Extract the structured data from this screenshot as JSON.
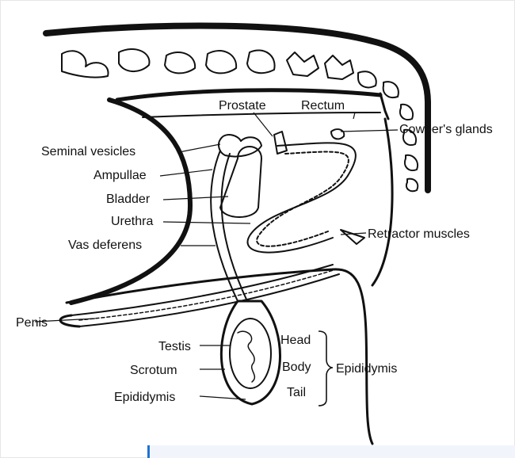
{
  "labels": {
    "prostate": "Prostate",
    "rectum": "Rectum",
    "cowpers_glands": "Cowper's glands",
    "seminal_vesicles": "Seminal vesicles",
    "ampullae": "Ampullae",
    "bladder": "Bladder",
    "urethra": "Urethra",
    "vas_deferens": "Vas deferens",
    "retractor_muscles": "Retractor muscles",
    "penis": "Penis",
    "testis": "Testis",
    "scrotum": "Scrotum",
    "epididymis_left": "Epididymis",
    "head": "Head",
    "body": "Body",
    "tail": "Tail",
    "epididymis_group": "Epididymis"
  },
  "colors": {
    "ink": "#111111",
    "accent": "#1e73d2",
    "strip": "#f1f5fb"
  }
}
